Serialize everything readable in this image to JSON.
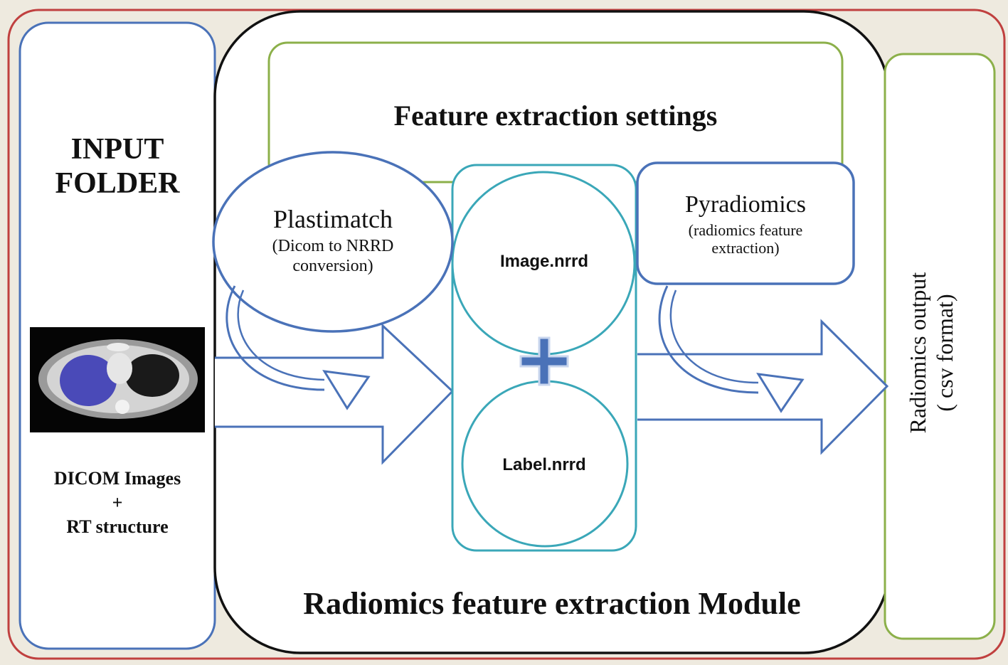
{
  "colors": {
    "background": "#eeeadf",
    "outer_frame": "#c0403f",
    "input_box": "#4a72b8",
    "module_box": "#111111",
    "settings_box": "#8cb04a",
    "ellipse_stroke": "#4a72b8",
    "nrrd_stroke": "#3aa7b8",
    "output_box": "#8cb04a",
    "arrow_stroke": "#4a72b8",
    "plus_fill": "#4a72b8"
  },
  "input": {
    "title_line1": "INPUT",
    "title_line2": "FOLDER",
    "image_icon": "ct-scan-image",
    "caption_line1": "DICOM Images",
    "caption_line2": "+",
    "caption_line3": "RT structure"
  },
  "settings": {
    "title": "Feature extraction settings"
  },
  "plastimatch": {
    "name": "Plastimatch",
    "desc_line1": "(Dicom to NRRD",
    "desc_line2": "conversion)"
  },
  "nrrd": {
    "image": "Image.nrrd",
    "plus": "+",
    "label": "Label.nrrd"
  },
  "pyradiomics": {
    "name": "Pyradiomics",
    "desc_line1": "(radiomics feature",
    "desc_line2": "extraction)"
  },
  "output": {
    "line1": "Radiomics output",
    "line2": "( csv format)"
  },
  "module": {
    "title": "Radiomics feature extraction Module"
  }
}
